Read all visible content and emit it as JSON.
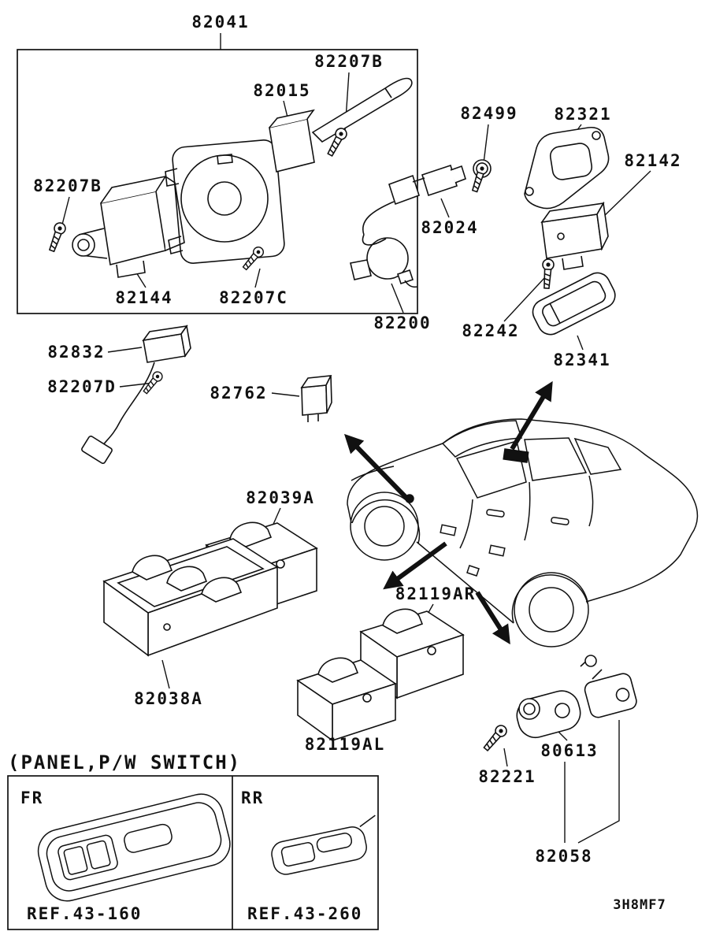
{
  "footer": {
    "code": "3H8MF7"
  },
  "panel_box": {
    "title": "(PANEL,P/W SWITCH)",
    "front_label": "FR",
    "rear_label": "RR",
    "front_ref": "REF.43-160",
    "rear_ref": "REF.43-260"
  },
  "part_labels": {
    "p82041": "82041",
    "p82207b_top": "82207B",
    "p82015": "82015",
    "p82499": "82499",
    "p82321": "82321",
    "p82142": "82142",
    "p82207b_left": "82207B",
    "p82024": "82024",
    "p82144": "82144",
    "p82207c": "82207C",
    "p82200": "82200",
    "p82242": "82242",
    "p82341": "82341",
    "p82832": "82832",
    "p82207d": "82207D",
    "p82762": "82762",
    "p82039a": "82039A",
    "p82119ar": "82119AR",
    "p82038a": "82038A",
    "p82119al": "82119AL",
    "p82221": "82221",
    "p80613": "80613",
    "p82058": "82058"
  }
}
